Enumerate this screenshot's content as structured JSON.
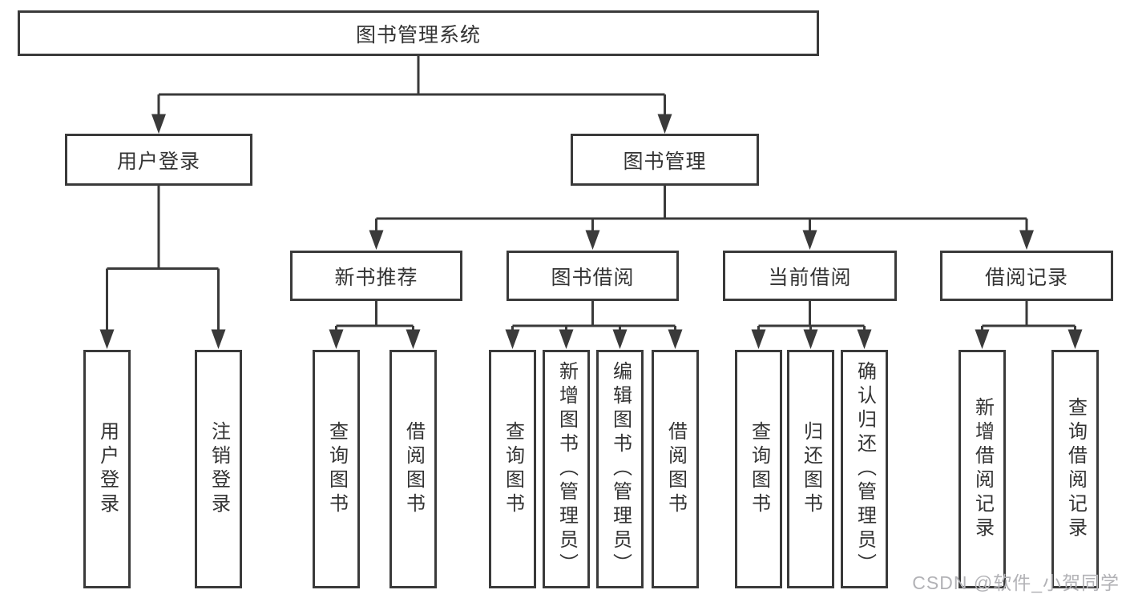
{
  "diagram": {
    "root": "图书管理系统",
    "level2": {
      "user_login": "用户登录",
      "book_mgmt": "图书管理"
    },
    "level3": {
      "new_books": "新书推荐",
      "book_borrow": "图书借阅",
      "current_borrow": "当前借阅",
      "borrow_records": "借阅记录"
    },
    "leaves": {
      "user_login": [
        "用户登录",
        "注销登录"
      ],
      "new_books": [
        "查询图书",
        "借阅图书"
      ],
      "book_borrow": [
        "查询图书",
        "新增图书（管理员）",
        "编辑图书（管理员）",
        "借阅图书"
      ],
      "current_borrow": [
        "查询图书",
        "归还图书",
        "确认归还（管理员）"
      ],
      "borrow_records": [
        "新增借阅记录",
        "查询借阅记录"
      ]
    }
  },
  "watermark": "CSDN @软件_小贺同学",
  "colors": {
    "line": "#3a3a3a",
    "text": "#333333",
    "box_background": "#ffffff",
    "watermark": "#b2b2b6"
  }
}
